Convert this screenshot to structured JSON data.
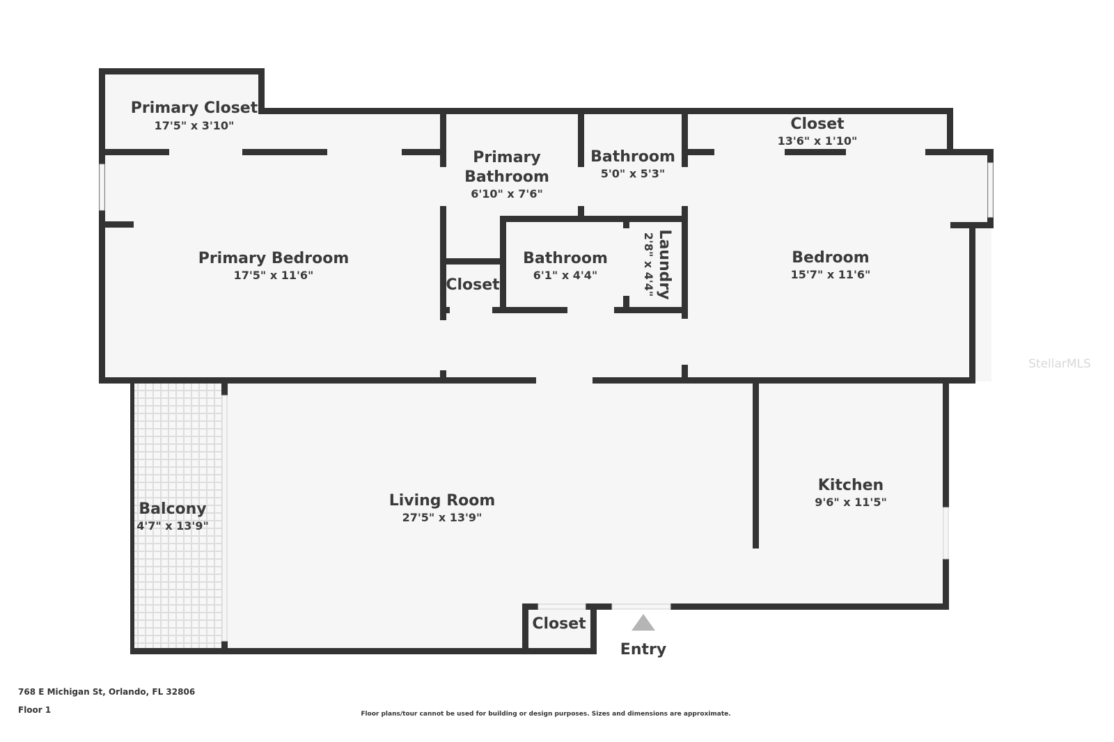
{
  "rooms": {
    "primary_closet": {
      "name": "Primary Closet",
      "dims": "17'5\" x 3'10\""
    },
    "primary_bathroom": {
      "name_line1": "Primary",
      "name_line2": "Bathroom",
      "dims": "6'10\" x 7'6\""
    },
    "bathroom_top": {
      "name": "Bathroom",
      "dims": "5'0\" x 5'3\""
    },
    "closet_top_right": {
      "name": "Closet",
      "dims": "13'6\" x 1'10\""
    },
    "primary_bedroom": {
      "name": "Primary Bedroom",
      "dims": "17'5\" x 11'6\""
    },
    "closet_middle": {
      "name": "Closet"
    },
    "bathroom_middle": {
      "name": "Bathroom",
      "dims": "6'1\" x 4'4\""
    },
    "laundry": {
      "name": "Laundry",
      "dims": "2'8\" x 4'4\""
    },
    "bedroom": {
      "name": "Bedroom",
      "dims": "15'7\" x 11'6\""
    },
    "balcony": {
      "name": "Balcony",
      "dims": "4'7\" x 13'9\""
    },
    "living_room": {
      "name": "Living Room",
      "dims": "27'5\" x 13'9\""
    },
    "kitchen": {
      "name": "Kitchen",
      "dims": "9'6\" x 11'5\""
    },
    "closet_bottom": {
      "name": "Closet"
    }
  },
  "entry": {
    "label": "Entry",
    "marker": "triangle-up-icon"
  },
  "footer": {
    "address": "768 E Michigan St, Orlando, FL 32806",
    "floor": "Floor 1",
    "disclaimer": "Floor plans/tour cannot be used for building or design purposes. Sizes and dimensions are approximate."
  },
  "watermark": "StellarMLS",
  "colors": {
    "wall": "#333333",
    "floor": "#f6f6f6",
    "text": "#3a3a3a"
  }
}
